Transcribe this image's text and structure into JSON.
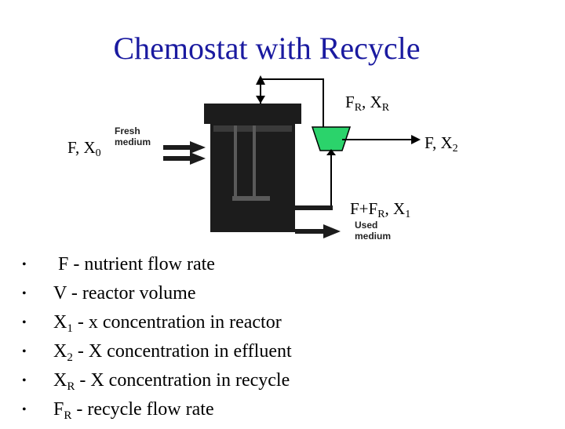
{
  "title": "Chemostat with Recycle",
  "diagram": {
    "inlet_label": {
      "main": "F, X",
      "sub": "0"
    },
    "fresh_medium": [
      "Fresh",
      "medium"
    ],
    "recycle_label": {
      "a": "F",
      "a_sub": "R",
      "b": ", X",
      "b_sub": "R"
    },
    "effluent_label": {
      "main": "F, X",
      "sub": "2"
    },
    "outflow_label": {
      "a": "F+F",
      "a_sub": "R",
      "b": ", X",
      "b_sub": "1"
    },
    "used_medium": [
      "Used",
      "medium"
    ]
  },
  "bullets": [
    {
      "sym": "F",
      "sub": "",
      "text": " - nutrient flow rate",
      "lead": " "
    },
    {
      "sym": "V",
      "sub": "",
      "text": " - reactor volume",
      "lead": ""
    },
    {
      "sym": "X",
      "sub": "1",
      "text": " - x concentration in reactor",
      "lead": ""
    },
    {
      "sym": "X",
      "sub": "2",
      "text": " - X concentration in effluent",
      "lead": ""
    },
    {
      "sym": "X",
      "sub": "R",
      "text": " - X concentration in recycle",
      "lead": ""
    },
    {
      "sym": "F",
      "sub": "R",
      "text": " - recycle flow rate",
      "lead": ""
    }
  ],
  "colors": {
    "title": "#1a1aa0",
    "separator": "#2bd36b",
    "reactor": "#1c1c1c"
  }
}
